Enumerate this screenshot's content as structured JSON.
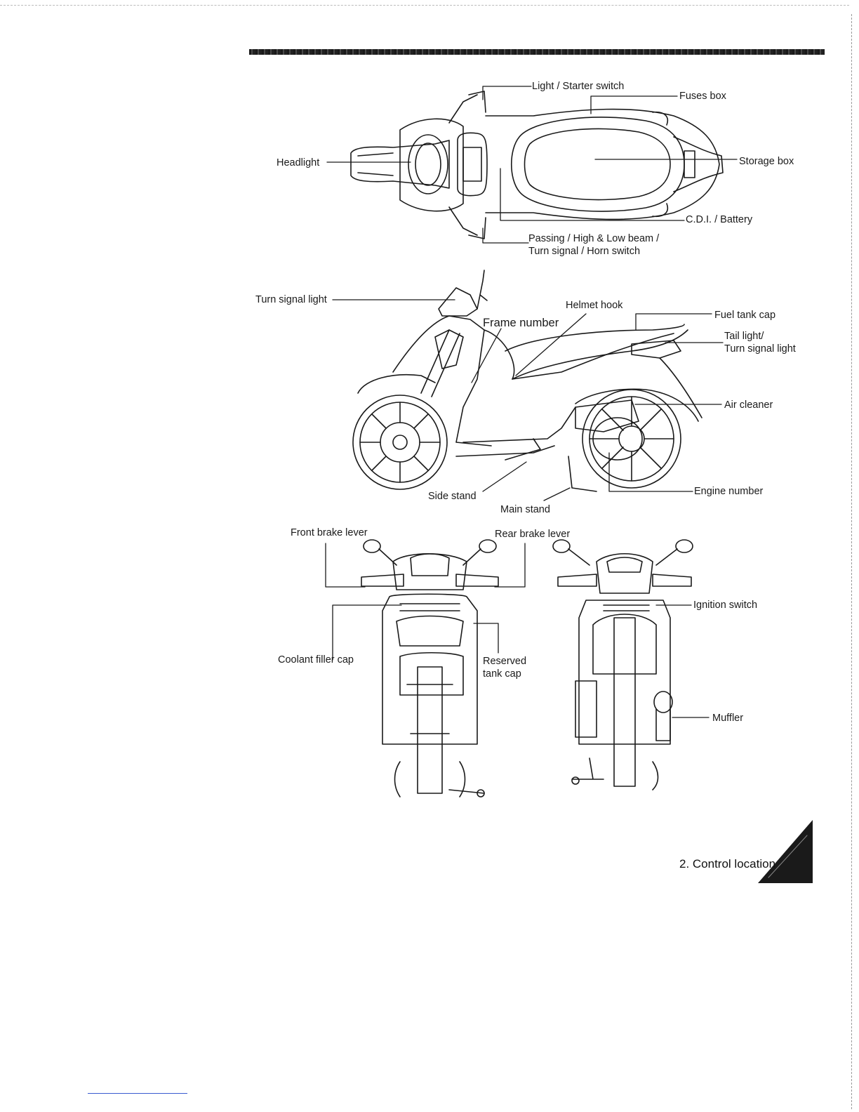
{
  "section_title": "2. Control location",
  "top_view": {
    "light_starter": "Light / Starter switch",
    "fuses_box": "Fuses box",
    "headlight": "Headlight",
    "storage_box": "Storage box",
    "cdi_battery": "C.D.I. / Battery",
    "passing_line1": "Passing / High & Low beam /",
    "passing_line2": "Turn signal / Horn switch"
  },
  "side_view": {
    "turn_signal_light": "Turn signal light",
    "helmet_hook": "Helmet hook",
    "frame_number": "Frame number",
    "fuel_tank_cap": "Fuel tank cap",
    "tail_light_line1": "Tail light/",
    "tail_light_line2": "Turn signal light",
    "air_cleaner": "Air cleaner",
    "side_stand": "Side stand",
    "main_stand": "Main stand",
    "engine_number": "Engine number"
  },
  "front_rear_view": {
    "front_brake_lever": "Front brake lever",
    "rear_brake_lever": "Rear brake lever",
    "coolant_filler_cap": "Coolant filler cap",
    "reserved_line1": "Reserved",
    "reserved_line2": "tank cap",
    "ignition_switch": "Ignition switch",
    "muffler": "Muffler"
  }
}
